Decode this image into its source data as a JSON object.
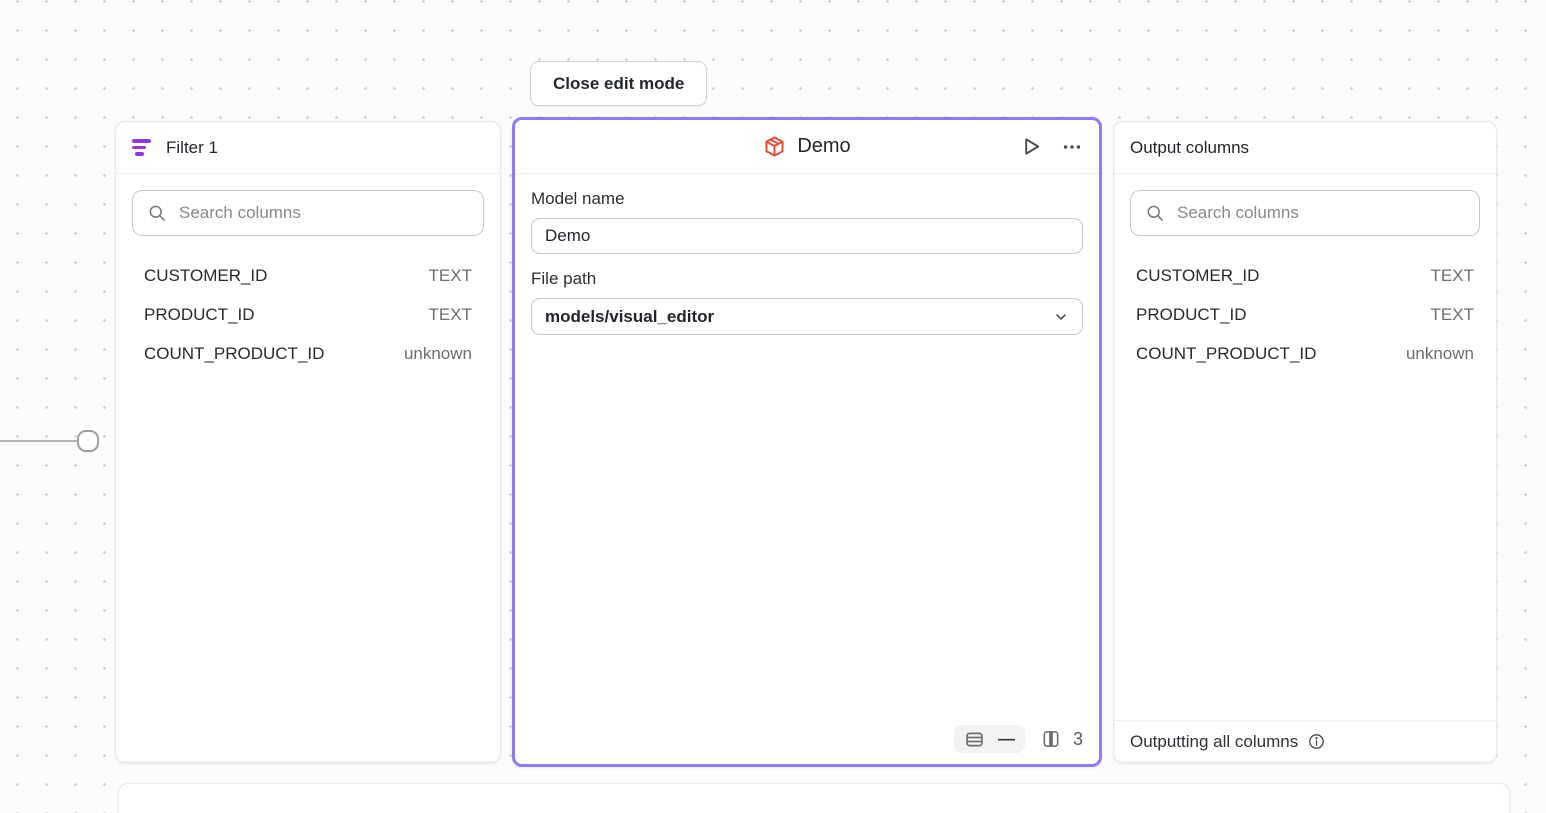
{
  "canvas": {
    "close_button_label": "Close edit mode"
  },
  "filter_panel": {
    "title": "Filter 1",
    "search_placeholder": "Search columns",
    "columns": [
      {
        "name": "CUSTOMER_ID",
        "type": "TEXT"
      },
      {
        "name": "PRODUCT_ID",
        "type": "TEXT"
      },
      {
        "name": "COUNT_PRODUCT_ID",
        "type": "unknown"
      }
    ]
  },
  "model_panel": {
    "title": "Demo",
    "model_name_label": "Model name",
    "model_name_value": "Demo",
    "file_path_label": "File path",
    "file_path_value": "models/visual_editor",
    "row_count": "—",
    "column_count": "3"
  },
  "output_panel": {
    "title": "Output columns",
    "search_placeholder": "Search columns",
    "columns": [
      {
        "name": "CUSTOMER_ID",
        "type": "TEXT"
      },
      {
        "name": "PRODUCT_ID",
        "type": "TEXT"
      },
      {
        "name": "COUNT_PRODUCT_ID",
        "type": "unknown"
      }
    ],
    "footer_text": "Outputting all columns"
  },
  "colors": {
    "selection_border": "#8b7bf8",
    "filter_icon": "#9333ea",
    "model_icon": "#e8492e"
  }
}
